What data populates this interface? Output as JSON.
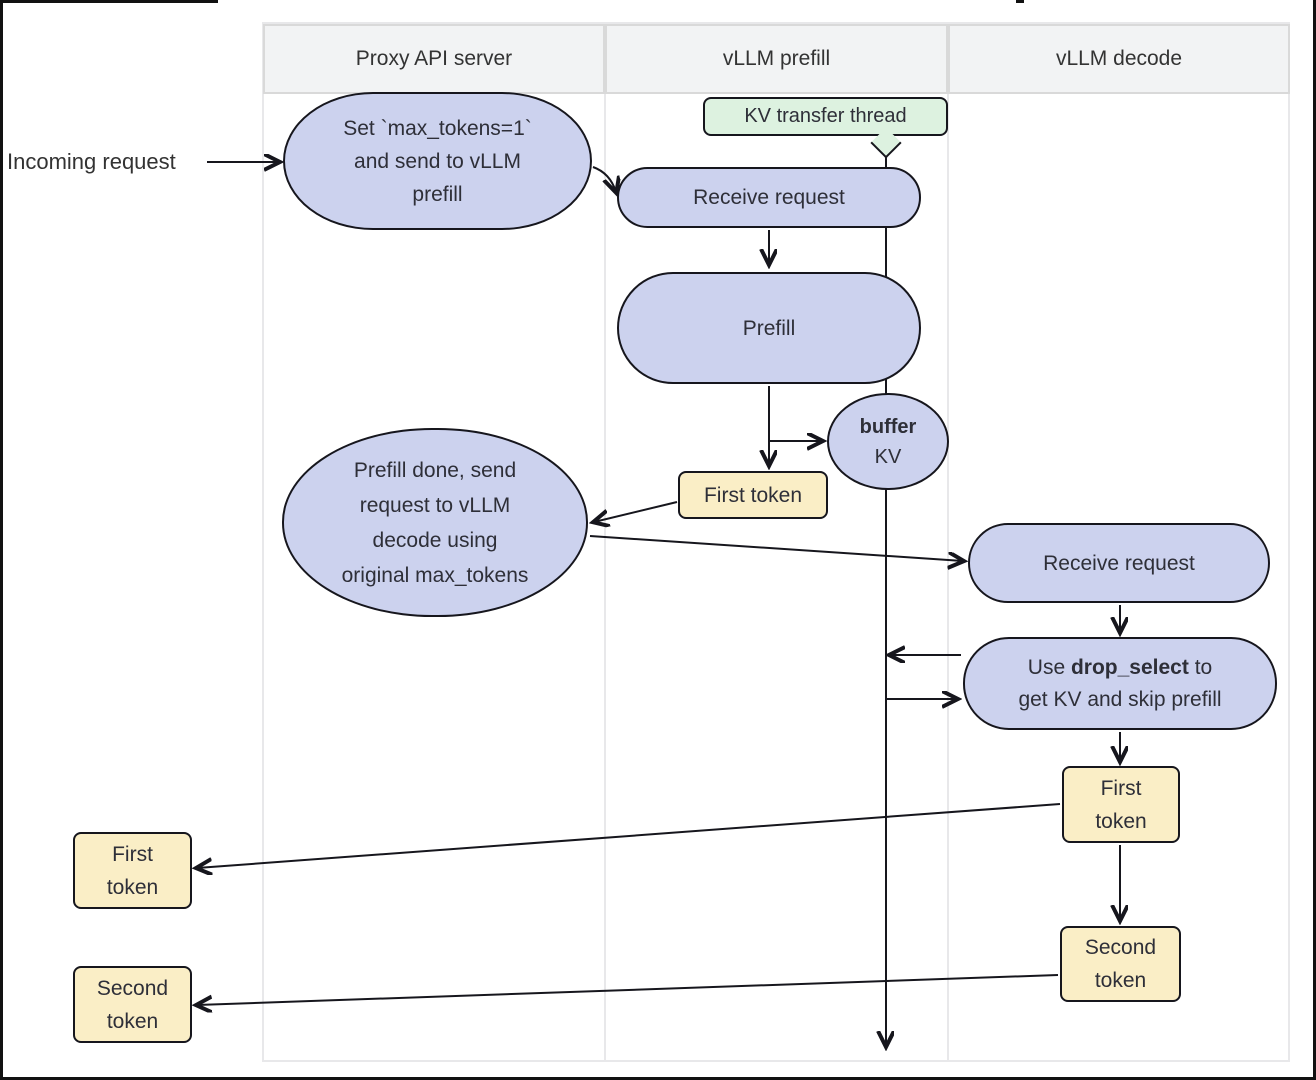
{
  "header": {
    "columns": [
      "Proxy API server",
      "vLLM prefill",
      "vLLM decode"
    ]
  },
  "labels": {
    "incoming": "Incoming request"
  },
  "nodes": {
    "set_max": {
      "lines": [
        "Set `max_tokens=1`",
        "and send to vLLM",
        "prefill"
      ]
    },
    "kv_thread": {
      "label": "KV transfer thread"
    },
    "receive_prefill": {
      "label": "Receive request"
    },
    "prefill": {
      "label": "Prefill"
    },
    "buffer_kv": {
      "bold": "buffer",
      "rest": "KV"
    },
    "first_token_prefill": {
      "label": "First token"
    },
    "prefill_done": {
      "lines": [
        "Prefill done, send",
        "request to vLLM",
        "decode using",
        "original max_tokens"
      ]
    },
    "receive_decode": {
      "label": "Receive request"
    },
    "drop_select": {
      "line1_pre": "Use ",
      "line1_bold": "drop_select",
      "line1_post": " to",
      "line2": "get KV and skip prefill"
    },
    "first_token_decode": {
      "lines": [
        "First",
        "token"
      ]
    },
    "second_token_decode": {
      "lines": [
        "Second",
        "token"
      ]
    },
    "first_token_left": {
      "lines": [
        "First",
        "token"
      ]
    },
    "second_token_left": {
      "lines": [
        "Second",
        "token"
      ]
    }
  },
  "colors": {
    "lavender": "#ccd2ee",
    "yellow": "#faeec6",
    "green": "#ddf2e0",
    "stroke": "#16161d",
    "header_bg": "#f2f3f4",
    "header_border": "#d9d9d9",
    "lane_border": "#e8e8ea",
    "text": "#2e2f38",
    "frame": "#111111"
  }
}
